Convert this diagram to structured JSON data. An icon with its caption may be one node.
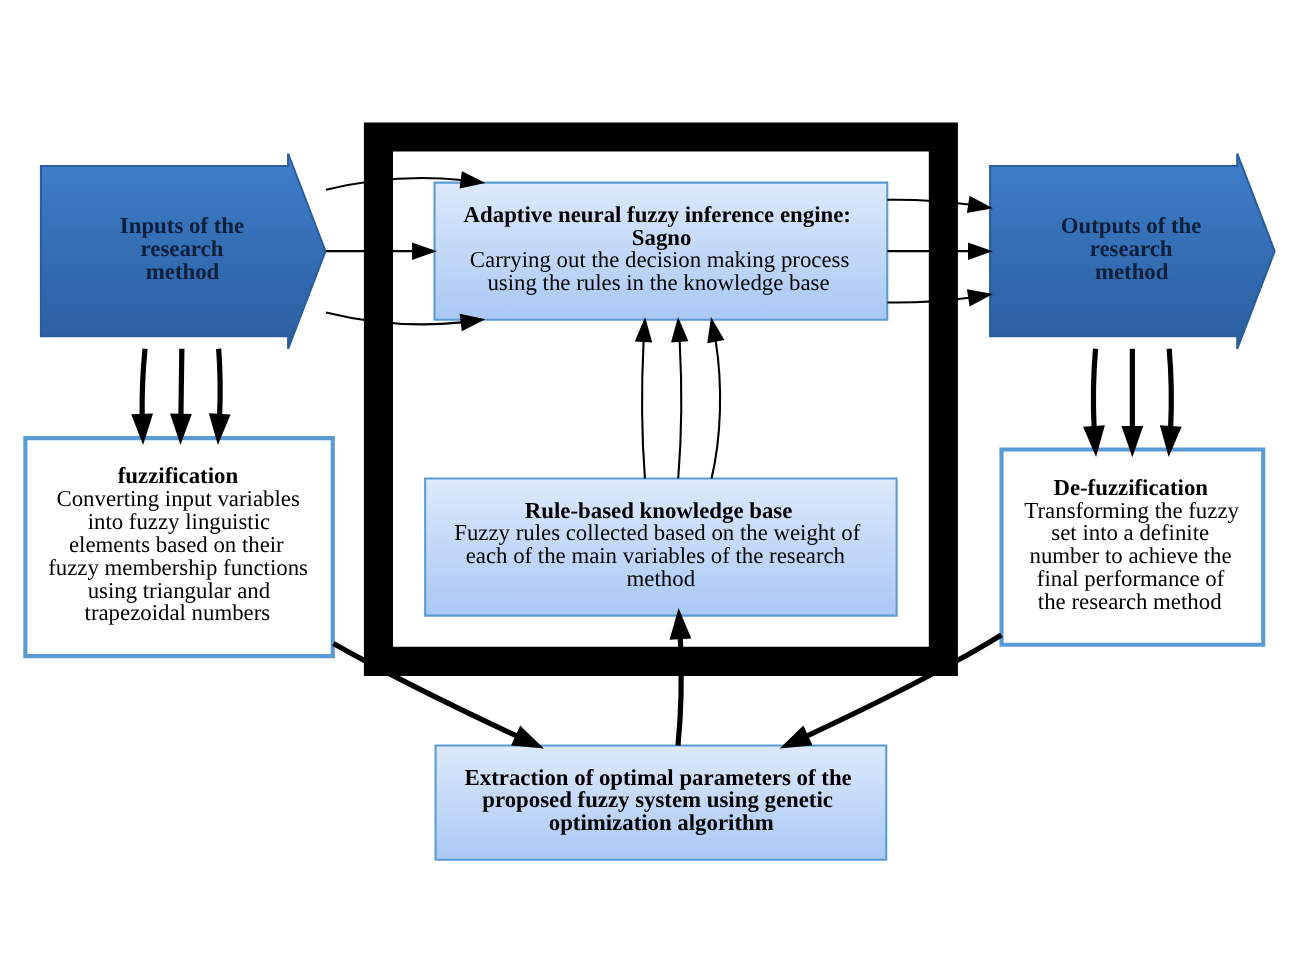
{
  "diagram": {
    "nodes": [
      {
        "text": [
          "Inputs of the research method"
        ]
      },
      {
        "text": [],
        "shape": "box"
      },
      {
        "text": [
          "Adaptive neural fuzzy inference engine: Sagno",
          "Carrying out the decision making process using the rules in the knowledge base"
        ],
        "in": 1
      },
      {
        "text": [
          "Rule-based knowledge base",
          "Fuzzy rules collected based on the weight of each of the main variables of the research method"
        ],
        "in": 1
      },
      {
        "text": [
          "Outputs of the research method"
        ]
      },
      {
        "text": [
          "fuzzification",
          "Converting input variables into fuzzy linguistic elements based on their fuzzy membership functions using triangular and trapezoidal numbers"
        ]
      },
      {
        "text": [
          "De-fuzzification",
          "Transforming the fuzzy set into a definite number to achieve the final performance of the research method"
        ]
      },
      {
        "text": [
          "Extraction of optimal parameters of the proposed fuzzy system using genetic optimization algorithm"
        ]
      }
    ],
    "edges": [
      {
        "from": 0,
        "to": 2,
        "arrow": "to"
      },
      {
        "from": 0,
        "to": 2,
        "arrow": "to"
      },
      {
        "from": 0,
        "to": 2,
        "arrow": "to"
      },
      {
        "from": 2,
        "to": 4,
        "arrow": "to"
      },
      {
        "from": 2,
        "to": 4,
        "arrow": "to"
      },
      {
        "from": 2,
        "to": 4,
        "arrow": "to"
      },
      {
        "from": 3,
        "to": 2,
        "arrow": "to"
      },
      {
        "from": 3,
        "to": 2,
        "arrow": "to"
      },
      {
        "from": 3,
        "to": 2,
        "arrow": "to"
      },
      {
        "from": 0,
        "to": 5,
        "arrow": "to",
        "style": "thick"
      },
      {
        "from": 0,
        "to": 5,
        "arrow": "to",
        "style": "thick"
      },
      {
        "from": 0,
        "to": 5,
        "arrow": "to",
        "style": "thick"
      },
      {
        "from": 4,
        "to": 6,
        "arrow": "to",
        "style": "thick"
      },
      {
        "from": 4,
        "to": 6,
        "arrow": "to",
        "style": "thick"
      },
      {
        "from": 4,
        "to": 6,
        "arrow": "to",
        "style": "thick"
      },
      {
        "from": 5,
        "to": 7,
        "arrow": "to",
        "style": "thick"
      },
      {
        "from": 6,
        "to": 7,
        "arrow": "to",
        "style": "thick"
      },
      {
        "from": 7,
        "to": 3,
        "arrow": "to",
        "style": "thick"
      }
    ]
  }
}
